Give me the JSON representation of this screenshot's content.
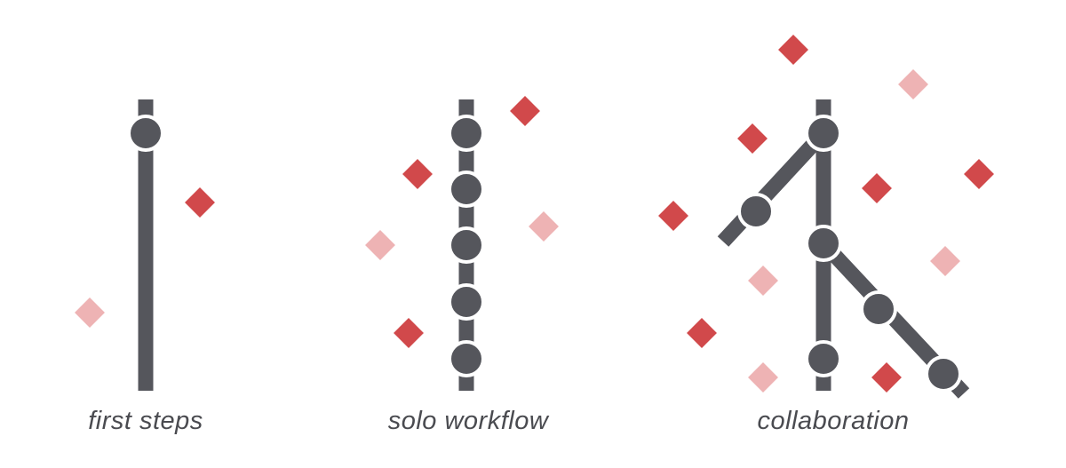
{
  "colors": {
    "line": "#55565c",
    "node": "#55565c",
    "node_outline": "#ffffff",
    "diamond_strong": "#d1494b",
    "diamond_light": "#eeb3b4"
  },
  "panels": [
    {
      "id": "first-steps",
      "caption": "first steps"
    },
    {
      "id": "solo-workflow",
      "caption": "solo workflow"
    },
    {
      "id": "collaboration",
      "caption": "collaboration"
    }
  ]
}
